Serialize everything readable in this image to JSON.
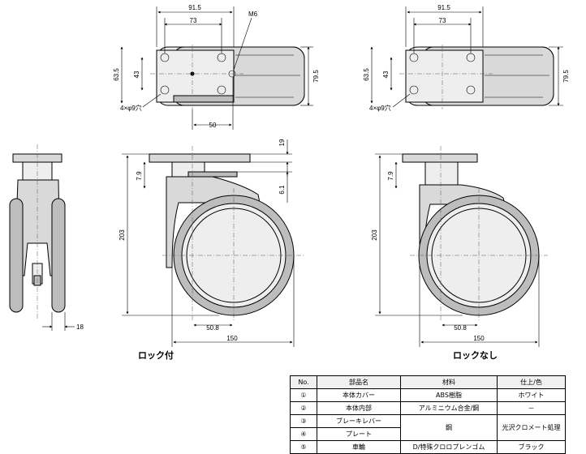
{
  "dimensions": {
    "top_width_outer": "91.5",
    "top_width_inner": "73",
    "top_height_outer": "63.5",
    "top_height_inner": "43",
    "overall_depth": "79.5",
    "bolt_spacing": "50",
    "thread": "M6",
    "holes": "4×φ9穴",
    "side_width": "18",
    "total_height": "203",
    "plate_thickness": "19",
    "plate_offset": "7.9",
    "lever_height": "6.1",
    "offset_axle": "50.8",
    "wheel_span": "150"
  },
  "captions": {
    "with_lock": "ロック付",
    "without_lock": "ロックなし"
  },
  "parts_table": {
    "headers": [
      "No.",
      "部品名",
      "材料",
      "仕上/色"
    ],
    "rows": [
      {
        "no": "①",
        "name": "本体カバー",
        "material": "ABS樹脂",
        "finish": "ホワイト"
      },
      {
        "no": "②",
        "name": "本体内部",
        "material": "アルミニウム合金/鋼",
        "finish": "－"
      },
      {
        "no": "③",
        "name": "ブレーキレバー",
        "material": "鋼",
        "finish": "光沢クロメート処理"
      },
      {
        "no": "④",
        "name": "プレート",
        "material": "",
        "finish": ""
      },
      {
        "no": "⑤",
        "name": "車輪",
        "material": "D/特殊クロロプレンゴム",
        "finish": "ブラック"
      }
    ]
  }
}
